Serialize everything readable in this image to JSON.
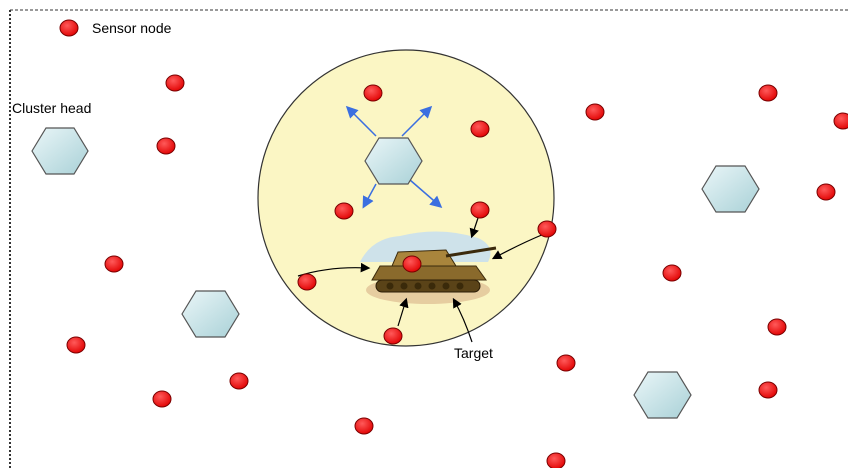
{
  "legend": {
    "label": "Sensor node"
  },
  "labels": {
    "cluster_head": "Cluster head",
    "target": "Target"
  },
  "colors": {
    "sensor_fill": "#ff0000",
    "sensor_stroke": "#7a0000",
    "cluster_fill": "#cde6ea",
    "cluster_stroke": "#555555",
    "sensing_area": "#fbf6c4",
    "broadcast_arrow": "#3b6fe0",
    "border": "#333333"
  },
  "icons": {
    "target": "tank-icon"
  }
}
